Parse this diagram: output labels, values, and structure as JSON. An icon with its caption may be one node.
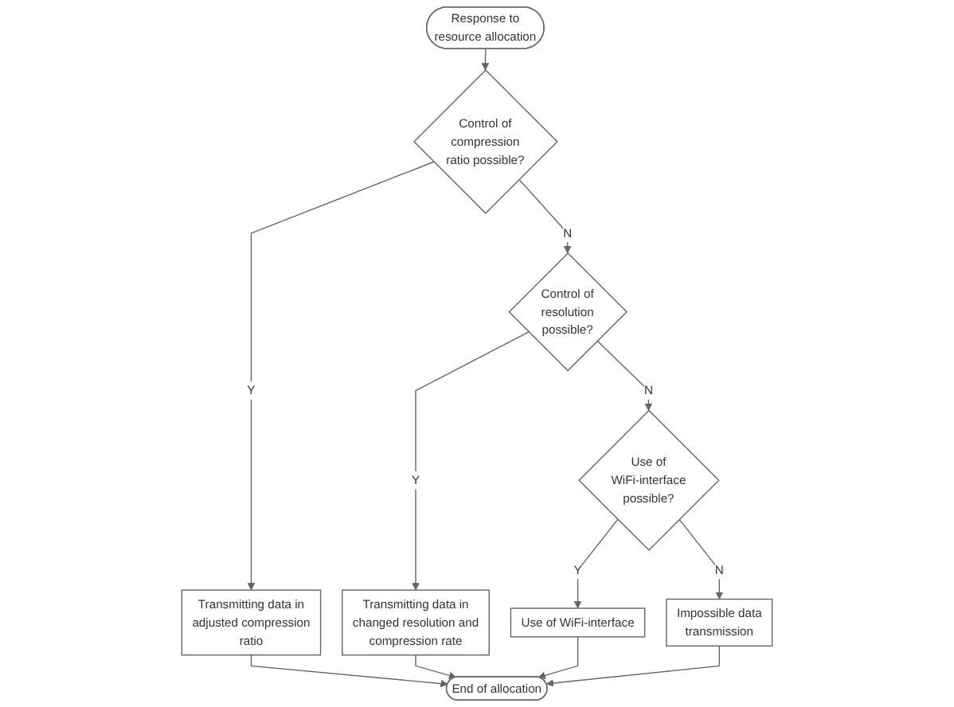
{
  "diagram": {
    "nodes": [
      {
        "text": [
          "Response to resource allocation"
        ]
      },
      {
        "text": [
          "Control of compression ratio possible?"
        ]
      },
      {
        "text": [
          "Control of resolution possible?"
        ]
      },
      {
        "text": [
          "Transmitting data in adjusted compression ratio"
        ]
      },
      {
        "text": [
          "Transmitting data in changed resolution and compression rate"
        ]
      },
      {
        "text": [
          "Use of WiFi-interface possible?"
        ]
      },
      {
        "text": [
          "Use of WiFi-interface"
        ]
      },
      {
        "text": [
          "Impossible data transmission"
        ]
      },
      {
        "text": [
          "End of allocation"
        ]
      }
    ],
    "edges": [
      {
        "from": 0,
        "to": 1,
        "arrow": "to"
      },
      {
        "from": 1,
        "to": 3,
        "arrow": "to",
        "label": "Y"
      },
      {
        "from": 1,
        "to": 2,
        "arrow": "to",
        "label": "N"
      },
      {
        "from": 2,
        "to": 4,
        "arrow": "to",
        "label": "Y"
      },
      {
        "from": 2,
        "to": 5,
        "arrow": "to",
        "label": "N"
      },
      {
        "from": 5,
        "to": 6,
        "arrow": "to",
        "label": "Y"
      },
      {
        "from": 5,
        "to": 7,
        "arrow": "to",
        "label": "N"
      },
      {
        "from": 3,
        "to": 8,
        "arrow": "to"
      },
      {
        "from": 4,
        "to": 8,
        "arrow": "to"
      },
      {
        "from": 6,
        "to": 8,
        "arrow": "to"
      },
      {
        "from": 7,
        "to": 8,
        "arrow": "to"
      }
    ]
  }
}
